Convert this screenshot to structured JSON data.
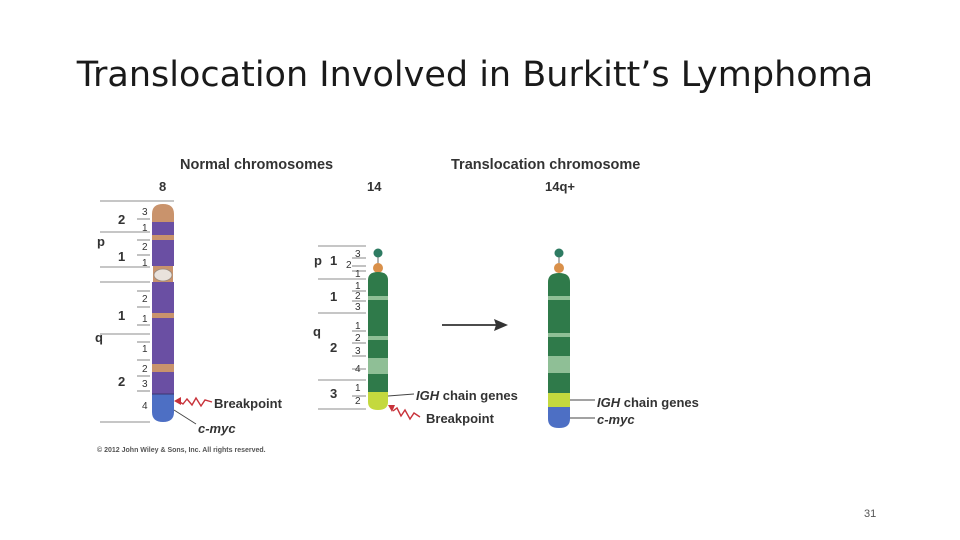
{
  "slide": {
    "title": "Translocation Involved in Burkitt’s Lymphoma",
    "page_number": "31"
  },
  "figure": {
    "heading_normal": "Normal chromosomes",
    "heading_translocation": "Translocation chromosome",
    "copyright": "© 2012 John Wiley & Sons, Inc. All rights reserved.",
    "chr8": {
      "label": "8",
      "arm_p": "p",
      "arm_q": "q",
      "regions": [
        "2",
        "1",
        "1",
        "2"
      ],
      "bands": [
        "3",
        "1",
        "2",
        "1",
        "2",
        "1",
        "1",
        "2",
        "3",
        "4"
      ]
    },
    "chr14": {
      "label": "14",
      "arm_p": "p",
      "arm_q": "q",
      "regions": [
        "1",
        "1",
        "2",
        "3"
      ],
      "bands": [
        "3",
        "2",
        "1",
        "1",
        "2",
        "3",
        "1",
        "2",
        "3",
        "4",
        "1",
        "2"
      ]
    },
    "chr14q": {
      "label": "14q+"
    },
    "labels": {
      "breakpoint_chr8": "Breakpoint",
      "cmyc_chr8": "c-myc",
      "igh_chr14": "IGH chain genes",
      "breakpoint_chr14": "Breakpoint",
      "igh_result": "IGH chain genes",
      "cmyc_result": "c-myc"
    },
    "colors": {
      "chr8_purple": "#6a4fa3",
      "chr8_band_tan": "#c9936c",
      "chr14_green": "#2f7a4a",
      "chr14_light_green": "#8fbf96",
      "igh_yellow_green": "#c4d93e",
      "cmyc_blue": "#4d6fc4",
      "satellite_orange": "#d9904a",
      "satellite_teal": "#2e7b62",
      "breakpoint_red": "#c8323a"
    }
  }
}
